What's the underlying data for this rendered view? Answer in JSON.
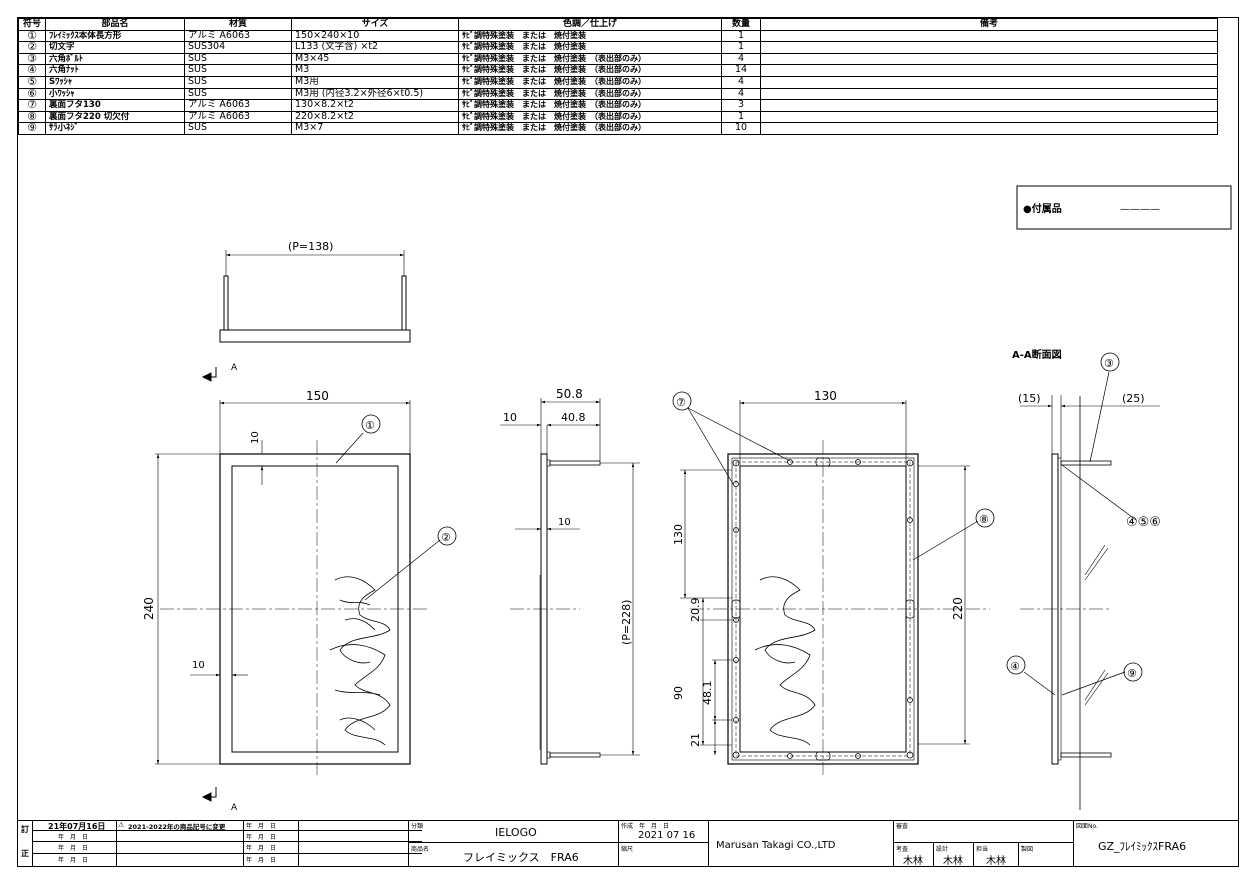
{
  "parts_table": {
    "headers": [
      "符号",
      "部品名",
      "材質",
      "サイズ",
      "色調／仕上げ",
      "数量",
      "備考"
    ],
    "rows": [
      {
        "no": "①",
        "name": "ﾌﾚｲﾐｯｸｽ本体長方形",
        "material": "アルミ A6063",
        "size": "150×240×10",
        "finish": "ｻﾋﾞ調特殊塗装　または　焼付塗装",
        "qty": "1"
      },
      {
        "no": "②",
        "name": "切文字",
        "material": "SUS304",
        "size": "L133 (文字含) ×t2",
        "finish": "ｻﾋﾞ調特殊塗装　または　焼付塗装",
        "qty": "1"
      },
      {
        "no": "③",
        "name": "六角ﾎﾞﾙﾄ",
        "material": "SUS",
        "size": "M3×45",
        "finish": "ｻﾋﾞ調特殊塗装　または　焼付塗装　（表出部のみ）",
        "qty": "4"
      },
      {
        "no": "④",
        "name": "六角ﾅｯﾄ",
        "material": "SUS",
        "size": "M3",
        "finish": "ｻﾋﾞ調特殊塗装　または　焼付塗装　（表出部のみ）",
        "qty": "14"
      },
      {
        "no": "⑤",
        "name": "Sﾜｯｼｬ",
        "material": "SUS",
        "size": "M3用",
        "finish": "ｻﾋﾞ調特殊塗装　または　焼付塗装　（表出部のみ）",
        "qty": "4"
      },
      {
        "no": "⑥",
        "name": "小ﾜｯｼｬ",
        "material": "SUS",
        "size": "M3用 (内径3.2×外径6×t0.5)",
        "finish": "ｻﾋﾞ調特殊塗装　または　焼付塗装　（表出部のみ）",
        "qty": "4"
      },
      {
        "no": "⑦",
        "name": "裏面フタ130",
        "material": "アルミ A6063",
        "size": "130×8.2×t2",
        "finish": "ｻﾋﾞ調特殊塗装　または　焼付塗装　（表出部のみ）",
        "qty": "3"
      },
      {
        "no": "⑧",
        "name": "裏面フタ220 切欠付",
        "material": "アルミ A6063",
        "size": "220×8.2×t2",
        "finish": "ｻﾋﾞ調特殊塗装　または　焼付塗装　（表出部のみ）",
        "qty": "1"
      },
      {
        "no": "⑨",
        "name": "ｻﾗ小ﾈｼﾞ",
        "material": "SUS",
        "size": "M3×7",
        "finish": "ｻﾋﾞ調特殊塗装　または　焼付塗装　（表出部のみ）",
        "qty": "10"
      }
    ]
  },
  "accessory_box": {
    "label": "●付属品",
    "value": "————"
  },
  "dimensions": {
    "top_pitch": "(P=138)",
    "front_width": "150",
    "front_height": "240",
    "border_top": "10",
    "border_left": "10",
    "side_total": "50.8",
    "side_left": "10",
    "side_right": "40.8",
    "side_inner": "10",
    "side_pitch": "(P=228)",
    "back_width": "130",
    "back_height": "220",
    "back_upper": "130",
    "back_gap": "20.9",
    "back_lower": "90",
    "back_mid": "48.1",
    "back_bottom": "21",
    "section_left": "(15)",
    "section_right": "(25)"
  },
  "section_label": "A-A断面図",
  "section_marker": "A",
  "balloons": {
    "b1": "①",
    "b2": "②",
    "b3": "③",
    "b456": "④⑤⑥",
    "b4": "④",
    "b7": "⑦",
    "b8": "⑧",
    "b9": "⑨"
  },
  "title_block": {
    "rev_mark_1": "訂",
    "rev_mark_2": "正",
    "rev_date": "21年07月16日",
    "rev_note": "2021-2022年の商品記号に変更",
    "date_placeholder": "年　月　日",
    "class_label": "分類",
    "class_value": "IELOGO",
    "product_label": "商品名",
    "product_value": "フレイミックス　FRA6",
    "created_label": "作成　年　月　日",
    "created_value": "2021 07 16",
    "scale_label": "縮尺",
    "company": "Marusan Takagi CO.,LTD",
    "approve_label": "審査",
    "check_label": "考査",
    "check_value": "木林",
    "design_label": "設計",
    "design_value": "木林",
    "charge_label": "担当",
    "charge_value": "木林",
    "draft_label": "製図",
    "drawing_no_label": "図面No.",
    "drawing_no_value": "GZ_ﾌﾚｲﾐｯｸｽFRA6"
  }
}
